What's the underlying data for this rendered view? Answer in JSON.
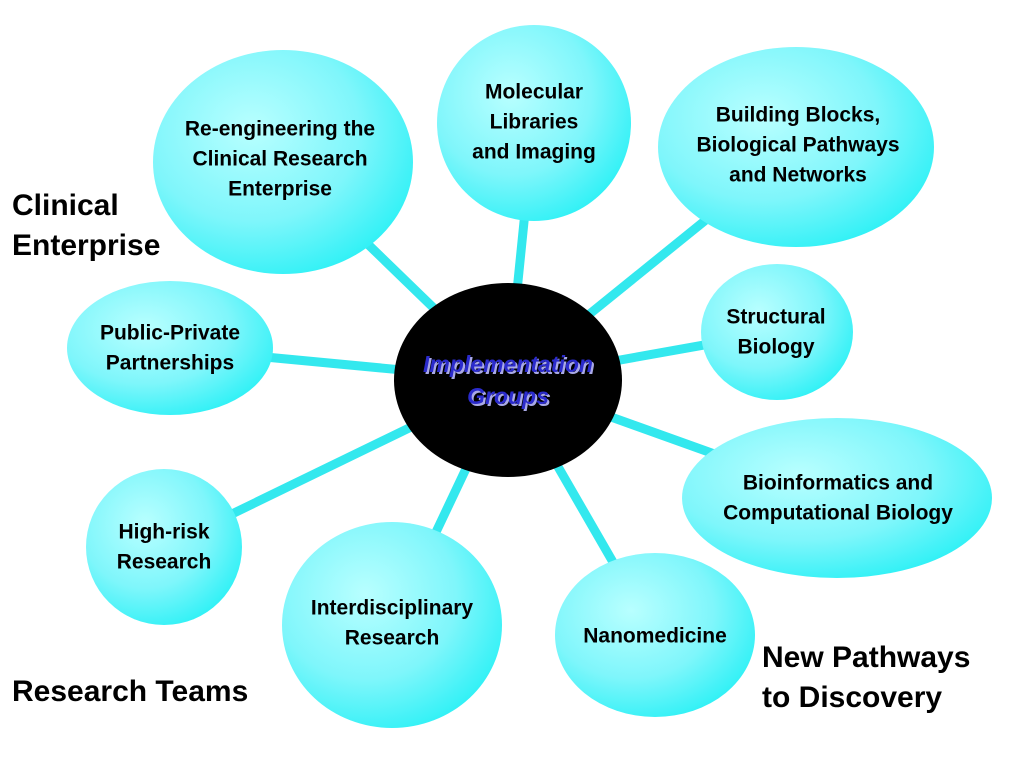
{
  "colors": {
    "bubble_light": "#b8ffff",
    "bubble_fill": "#7ff6fb",
    "bubble_dark": "#22f0f5",
    "connector": "#33e8ee",
    "center_fill": "#000000",
    "center_text": "#2b2bcc",
    "center_text_shadow": "#a9a9e6"
  },
  "center": {
    "lines": [
      "Implementation",
      "Groups"
    ]
  },
  "nodes": [
    {
      "id": "reengineering",
      "lines": [
        "Re-engineering the",
        "Clinical Research",
        "Enterprise"
      ]
    },
    {
      "id": "molecular-libraries",
      "lines": [
        "Molecular",
        "Libraries",
        "and Imaging"
      ]
    },
    {
      "id": "building-blocks",
      "lines": [
        "Building Blocks,",
        "Biological Pathways",
        "and Networks"
      ]
    },
    {
      "id": "structural-biology",
      "lines": [
        "Structural",
        "Biology"
      ]
    },
    {
      "id": "bioinformatics",
      "lines": [
        "Bioinformatics and",
        "Computational Biology"
      ]
    },
    {
      "id": "nanomedicine",
      "lines": [
        "Nanomedicine"
      ]
    },
    {
      "id": "interdisciplinary",
      "lines": [
        "Interdisciplinary",
        "Research"
      ]
    },
    {
      "id": "high-risk",
      "lines": [
        "High-risk",
        "Research"
      ]
    },
    {
      "id": "public-private",
      "lines": [
        "Public-Private",
        "Partnerships"
      ]
    }
  ],
  "groups": [
    {
      "id": "clinical-enterprise",
      "lines": [
        "Clinical",
        "Enterprise"
      ]
    },
    {
      "id": "research-teams",
      "lines": [
        "Research Teams"
      ]
    },
    {
      "id": "new-pathways",
      "lines": [
        "New Pathways",
        "to Discovery"
      ]
    }
  ]
}
